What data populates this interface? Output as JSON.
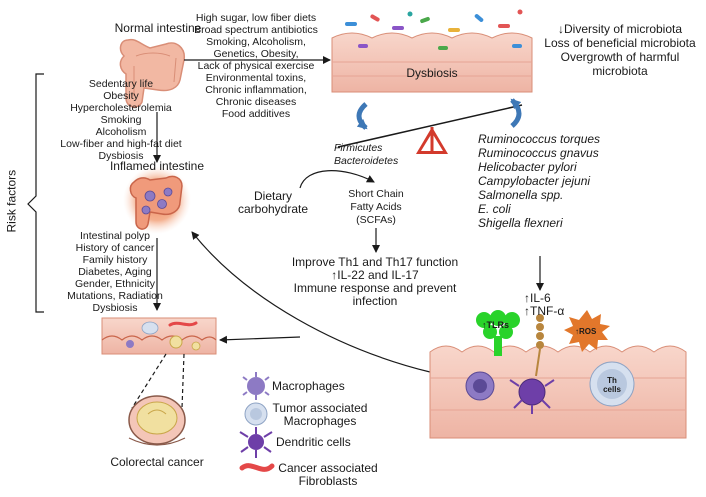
{
  "normal_intestine": "Normal intestine",
  "causes": [
    "High sugar, low fiber diets",
    "Broad spectrum antibiotics",
    "Smoking, Alcoholism,",
    "Genetics, Obesity,",
    "Lack of physical exercise",
    "Environmental toxins,",
    "Chronic inflammation,",
    "Chronic diseases",
    "Food additives"
  ],
  "dysbiosis": "Dysbiosis",
  "dysbiosis_effects": [
    "↓Diversity of microbiota",
    "Loss of beneficial microbiota",
    "Overgrowth of harmful",
    "microbiota"
  ],
  "risk_factors_label": "Risk factors",
  "risk_factors_top": [
    "Sedentary life",
    "Obesity",
    "Hypercholesterolemia",
    "Smoking",
    "Alcoholism",
    "Low-fiber and high-fat diet",
    "Dysbiosis"
  ],
  "inflamed_intestine": "Inflamed intestine",
  "risk_factors_bottom": [
    "Intestinal polyp",
    "History of cancer",
    "Family history",
    "Diabetes, Aging",
    "Gender, Ethnicity",
    "Mutations, Radiation",
    "Dysbiosis"
  ],
  "beneficial_bacteria": [
    "Firmicutes",
    "Bacteroidetes"
  ],
  "harmful_bacteria": [
    "Ruminococcus torques",
    "Ruminococcus gnavus",
    "Helicobacter pylori",
    "Campylobacter jejuni",
    "Salmonella spp.",
    "E. coli",
    "Shigella flexneri"
  ],
  "dietary_carbohydrate": [
    "Dietary",
    "carbohydrate"
  ],
  "scfa": [
    "Short Chain",
    "Fatty Acids",
    "(SCFAs)"
  ],
  "scfa_effects": [
    "Improve Th1 and Th17 function",
    "↑IL-22 and IL-17",
    "Immune response and prevent",
    "infection"
  ],
  "cytokines": [
    "↑IL-6",
    "↑TNF-α"
  ],
  "tlrs": "↑TLRs",
  "ros": "↑ROS",
  "th_cells": [
    "Th",
    "cells"
  ],
  "colorectal_cancer": "Colorectal cancer",
  "legend": {
    "macrophages": "Macrophages",
    "tam": [
      "Tumor associated",
      "Macrophages"
    ],
    "dendritic": "Dendritic cells",
    "caf": [
      "Cancer associated",
      "Fibroblasts"
    ]
  },
  "colors": {
    "arrow": "#1a1a1a",
    "tissue": "#f4c6b8",
    "balance_arrow": "#3e78b6",
    "warning": "#d33a2c",
    "tlr": "#29d32a",
    "ros": "#e2772b",
    "macrophage": "#8d7ac4",
    "tumor_macrophage": "#d6e0ef",
    "dendritic": "#6e3fa8",
    "fibroblast": "#e44848"
  }
}
